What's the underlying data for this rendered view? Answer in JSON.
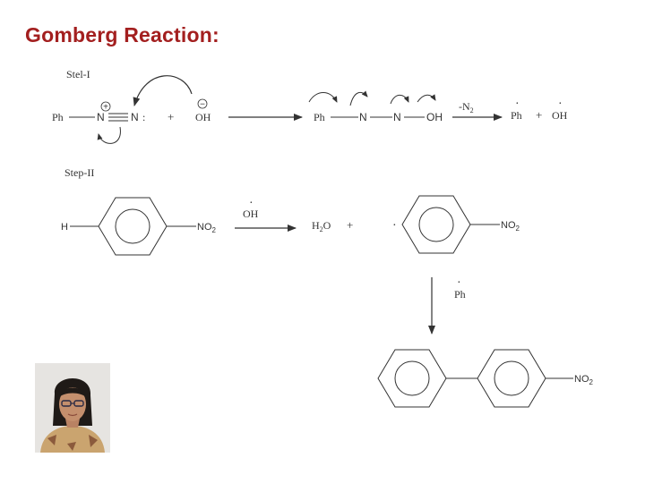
{
  "slide": {
    "title": "Gomberg Reaction:"
  },
  "step1": {
    "label": "Stel-I",
    "reactant_ph": "Ph",
    "n1": "N",
    "n2": "N",
    "lone_pair": ":",
    "charge_plus": "+",
    "plus_sign": "+",
    "hydroxide": "OH",
    "charge_minus": "−",
    "intermediate": {
      "ph": "Ph",
      "n1": "N",
      "n2": "N",
      "oh": "OH"
    },
    "arrow2_label": "-N",
    "arrow2_label_sub": "2",
    "product_ph": "Ph",
    "product_plus": "+",
    "product_oh": "OH",
    "radical_dot": "·"
  },
  "step2": {
    "label": "Step-II",
    "h_label": "H",
    "no2_a": "NO",
    "no2_b": "2",
    "reagent": "OH",
    "water_a": "H",
    "water_b": "2",
    "water_c": "O",
    "plus_sign": "+",
    "radical_dot": "·",
    "down_reagent": "Ph",
    "radical_dot2": "·"
  },
  "product": {
    "no2_a": "NO",
    "no2_b": "2"
  },
  "colors": {
    "title": "#a31f1f",
    "ink": "#333333"
  }
}
